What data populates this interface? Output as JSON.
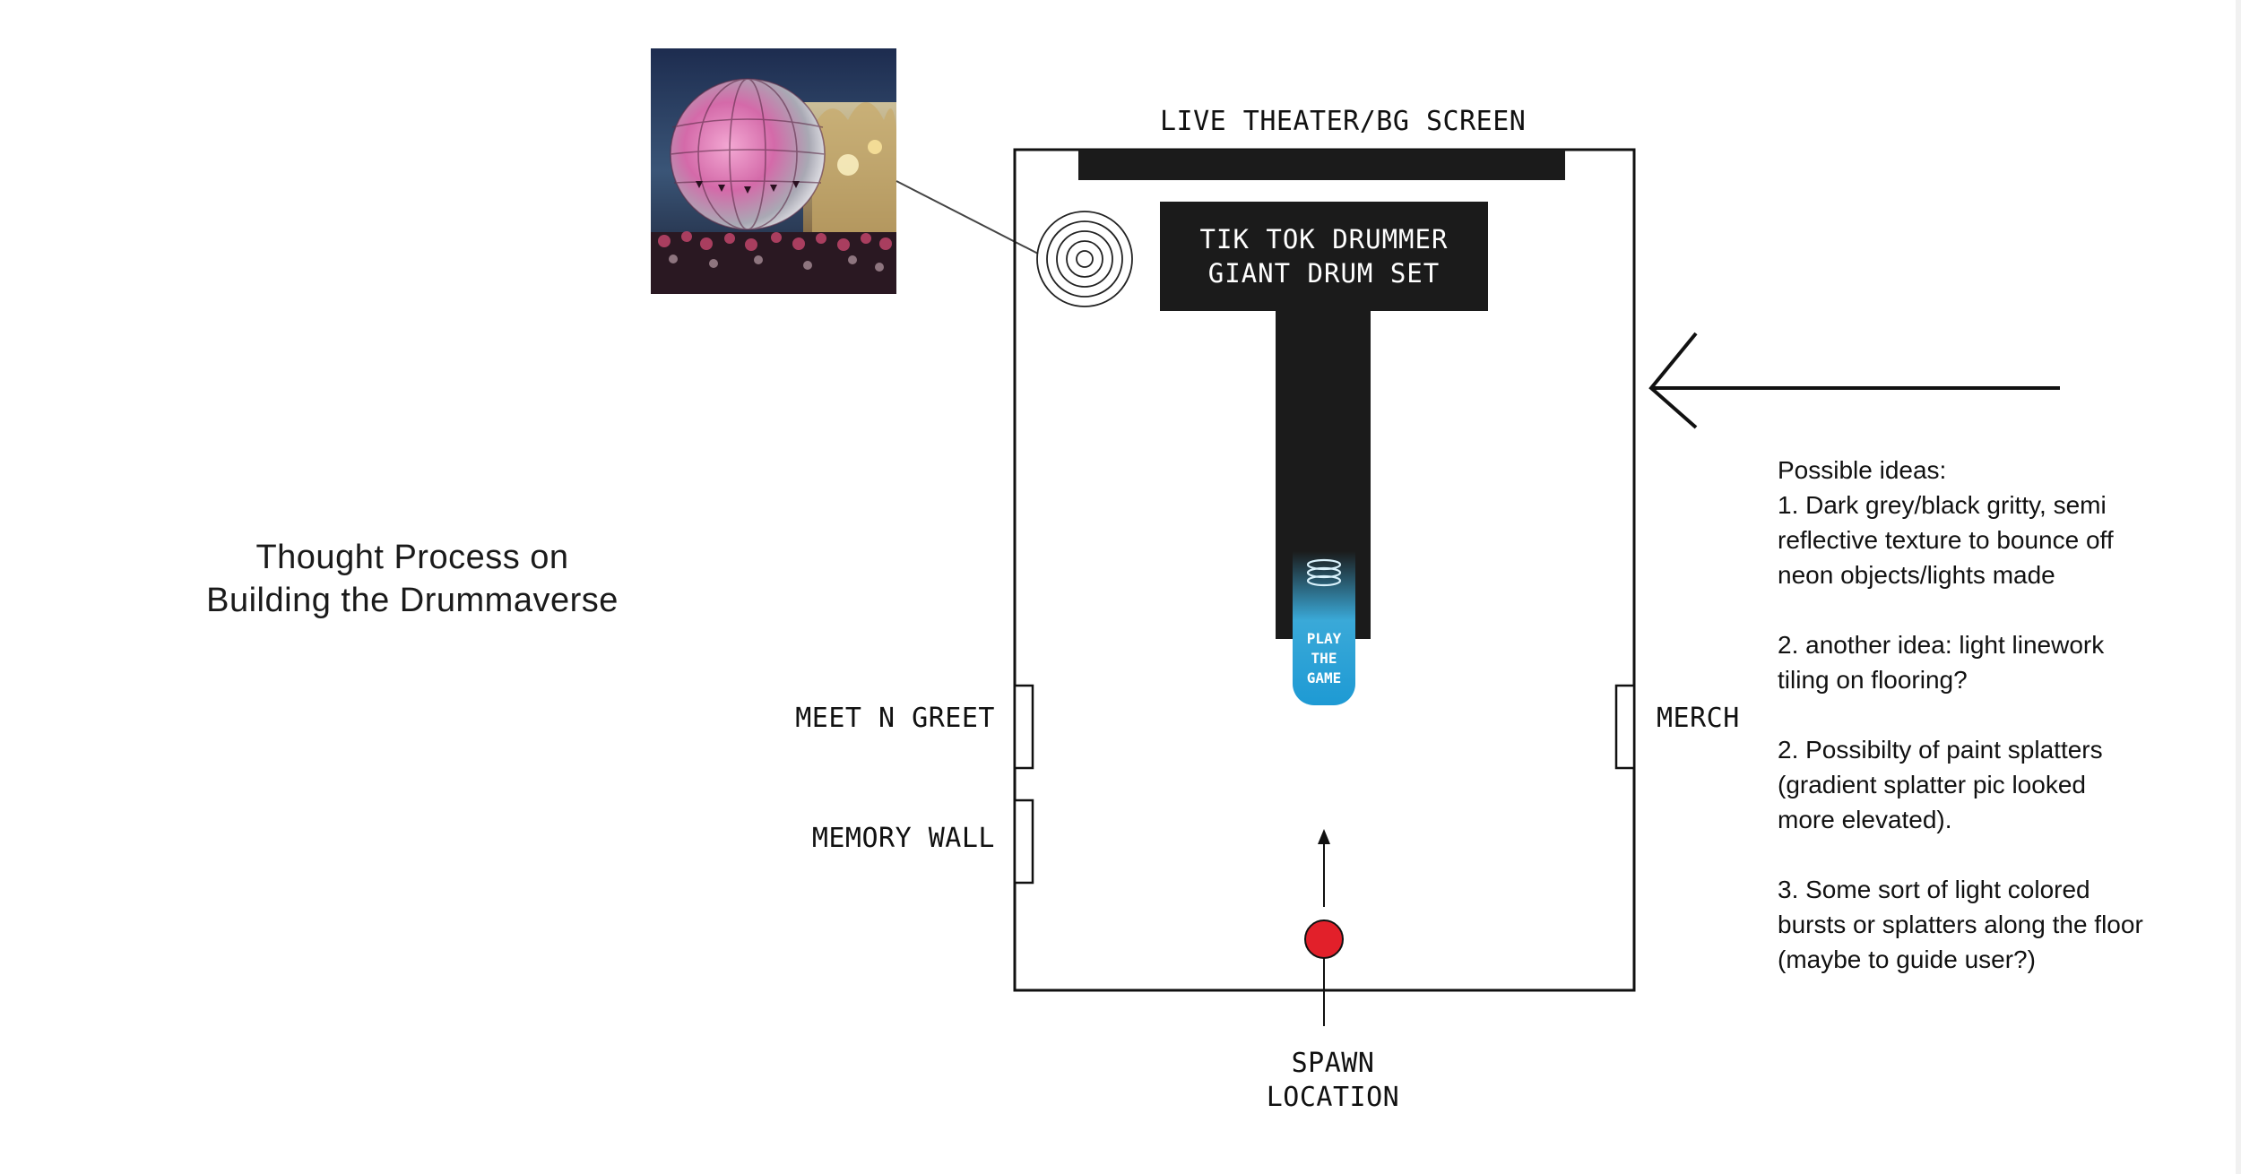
{
  "title": {
    "line1": "Thought Process on",
    "line2": "Building the Drummaverse"
  },
  "map": {
    "screen_label": "LIVE THEATER/BG SCREEN",
    "drum_box": {
      "line1": "TIK TOK DRUMMER",
      "line2": "GIANT DRUM SET"
    },
    "play_button": {
      "line1": "PLAY",
      "line2": "THE",
      "line3": "GAME"
    },
    "meet_label": "MEET N GREET",
    "memory_label": "MEMORY WALL",
    "merch_label": "MERCH",
    "spawn_label": {
      "line1": "SPAWN",
      "line2": "LOCATION"
    },
    "colors": {
      "spawn_dot": "#e2202a",
      "play_gradient": "#1e9ad4",
      "stage_fill": "#1b1b1b"
    },
    "icons": [
      "concentric-circles-icon",
      "arrow-left-icon",
      "arrow-up-icon",
      "spawn-dot-icon"
    ]
  },
  "ideas": {
    "heading": "Possible ideas:",
    "item1": [
      "1. Dark grey/black gritty, semi",
      "reflective texture to bounce off",
      "neon objects/lights made"
    ],
    "item2": [
      "2. another idea: light linework",
      "tiling on flooring?"
    ],
    "item3": [
      "2. Possibilty of paint splatters",
      "(gradient splatter pic looked",
      "more elevated)."
    ],
    "item4": [
      "3. Some sort of light colored",
      "bursts or splatters along the floor",
      "(maybe to guide user?)"
    ]
  }
}
